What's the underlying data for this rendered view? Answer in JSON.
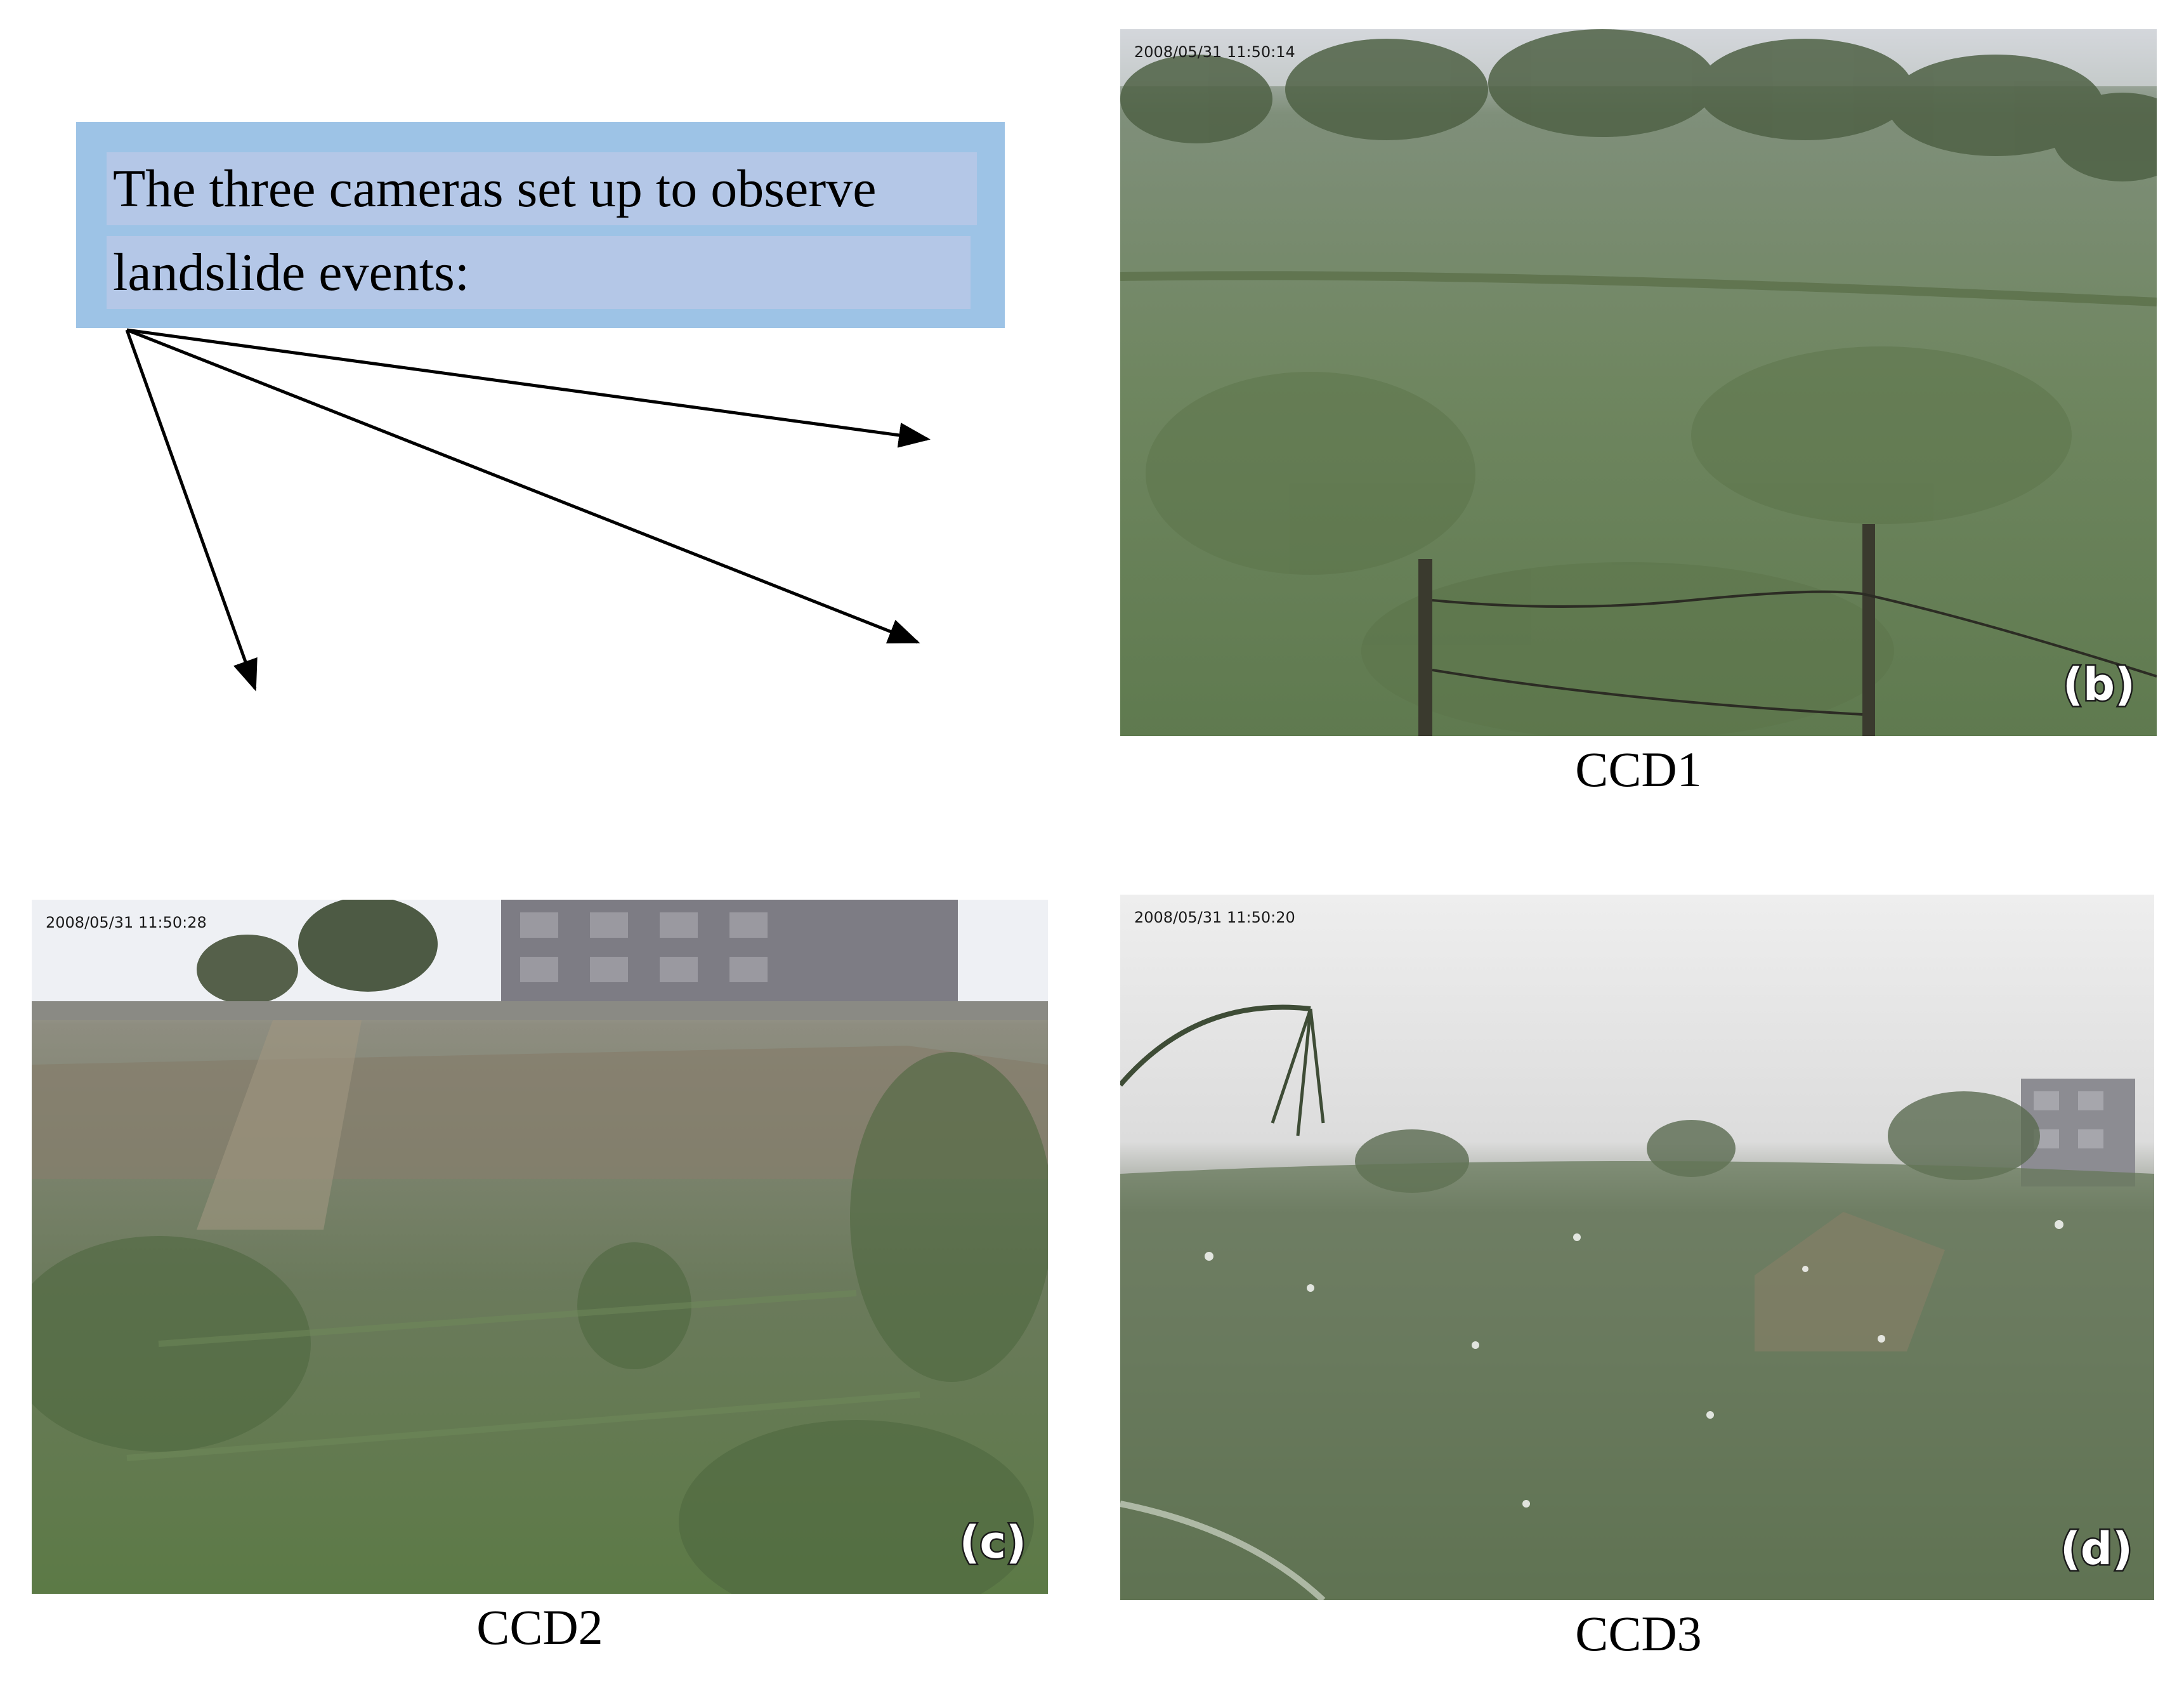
{
  "callout": {
    "line1": "The three cameras set up to observe",
    "line2": "landslide events:"
  },
  "cameras": [
    {
      "id": "ccd1",
      "caption": "CCD1",
      "timestamp": "2008/05/31 11:50:14",
      "panel": "(b)"
    },
    {
      "id": "ccd2",
      "caption": "CCD2",
      "timestamp": "2008/05/31 11:50:28",
      "panel": "(c)"
    },
    {
      "id": "ccd3",
      "caption": "CCD3",
      "timestamp": "2008/05/31 11:50:20",
      "panel": "(d)"
    }
  ],
  "colors": {
    "callout_outer": "#9dc3e6",
    "callout_inner": "#b4c7e7",
    "arrow": "#000000"
  }
}
